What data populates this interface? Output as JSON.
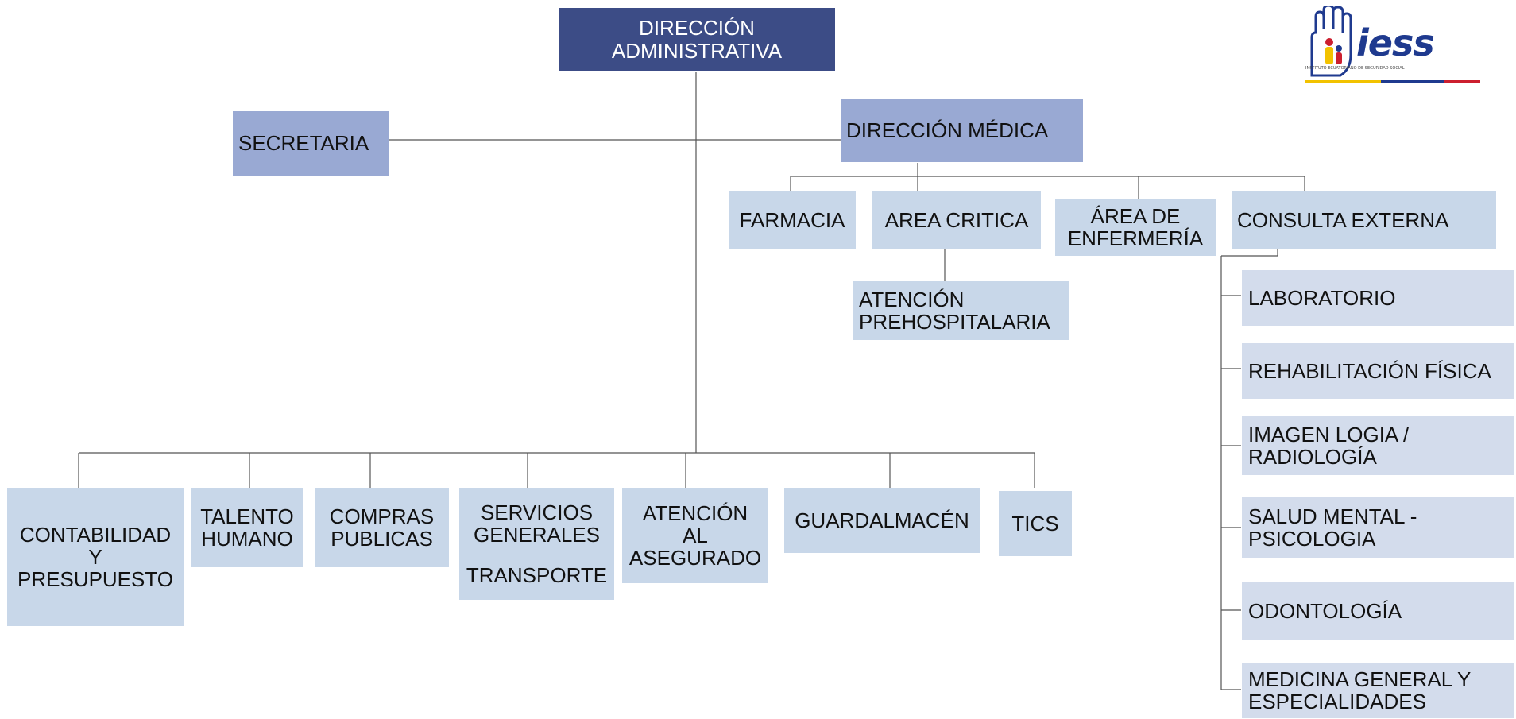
{
  "chart": {
    "top": {
      "line1": "DIRECCIÓN",
      "line2": "ADMINISTRATIVA"
    },
    "secretaria": "SECRETARIA",
    "direccion_medica": "DIRECCIÓN MÉDICA",
    "medical_units": {
      "farmacia": "FARMACIA",
      "area_critica": "AREA CRITICA",
      "area_enfermeria": {
        "line1": "ÁREA DE",
        "line2": "ENFERMERÍA"
      },
      "consulta_externa": "CONSULTA EXTERNA",
      "atencion_prehospitalaria": {
        "line1": "ATENCIÓN",
        "line2": "PREHOSPITALARIA"
      }
    },
    "consulta_children": [
      {
        "line1": "LABORATORIO",
        "line2": ""
      },
      {
        "line1": "REHABILITACIÓN FÍSICA",
        "line2": ""
      },
      {
        "line1": "IMAGEN LOGIA /",
        "line2": "RADIOLOGÍA"
      },
      {
        "line1": "SALUD MENTAL -",
        "line2": "PSICOLOGIA"
      },
      {
        "line1": "ODONTOLOGÍA",
        "line2": ""
      },
      {
        "line1": "MEDICINA GENERAL Y",
        "line2": "ESPECIALIDADES"
      }
    ],
    "admin_units": {
      "contabilidad": {
        "line1": "CONTABILIDAD",
        "line2": "Y",
        "line3": "PRESUPUESTO"
      },
      "talento": {
        "line1": "TALENTO",
        "line2": "HUMANO"
      },
      "compras": {
        "line1": "COMPRAS",
        "line2": "PUBLICAS"
      },
      "servicios": {
        "line1": "SERVICIOS",
        "line2": "GENERALES",
        "line3": "TRANSPORTE"
      },
      "atencion_asegurado": {
        "line1": "ATENCIÓN",
        "line2": "AL",
        "line3": "ASEGURADO"
      },
      "guardalmacen": "GUARDALMACÉN",
      "tics": "TICS"
    }
  },
  "logo": {
    "text": "iess",
    "subtitle": "INSTITUTO ECUATORIANO DE SEGURIDAD SOCIAL"
  },
  "colors": {
    "top_box": "#3c4c86",
    "mid_box": "#99a9d3",
    "light_box": "#c8d7e9",
    "connector": "#555555"
  }
}
